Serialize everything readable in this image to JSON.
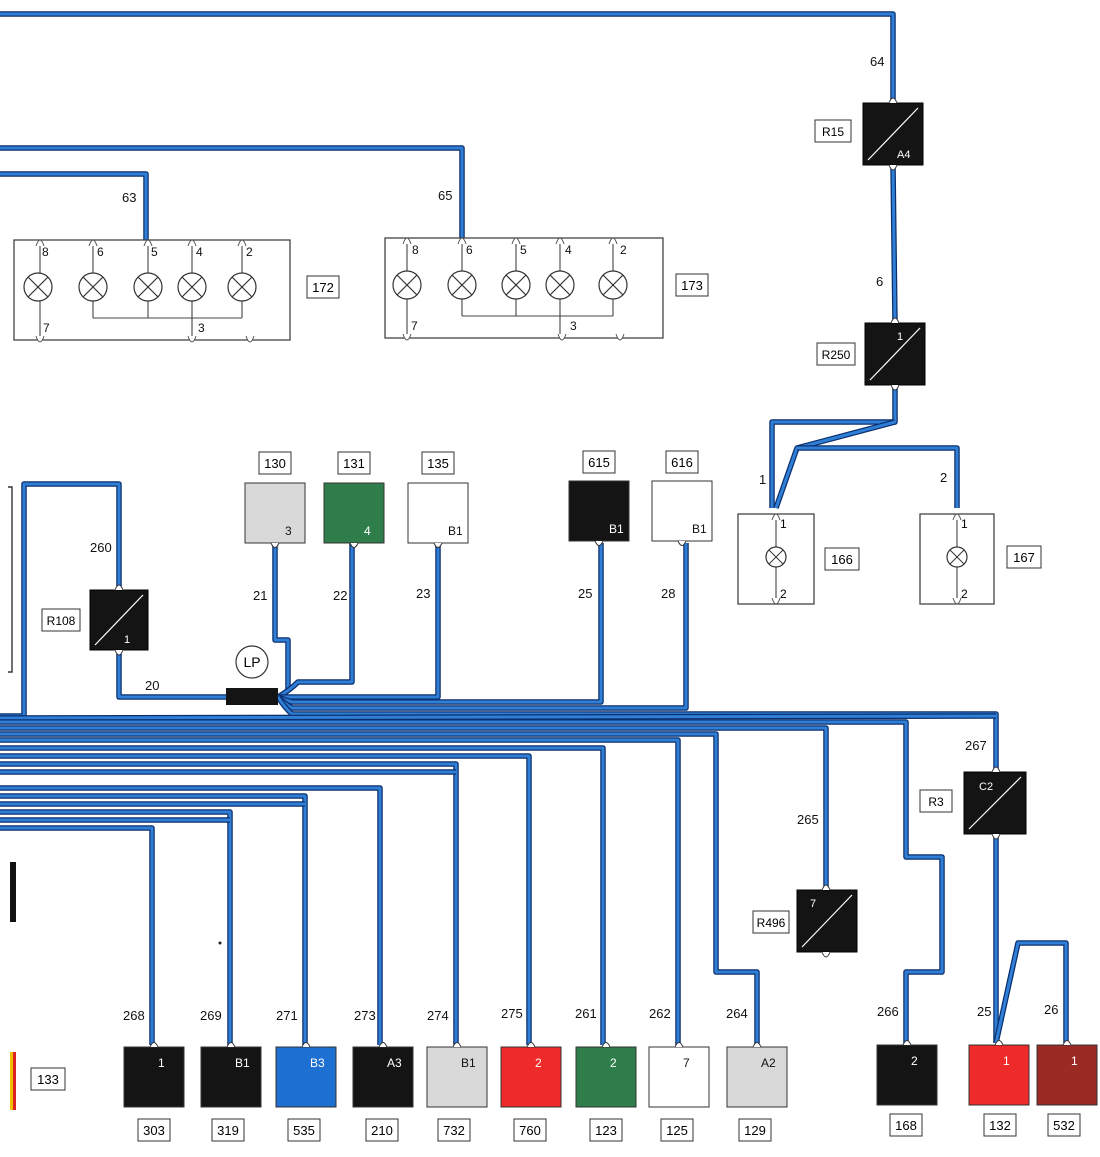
{
  "colors": {
    "wire": "#2f7fd6",
    "wire_edge": "#0b2f6e",
    "black": "#141414",
    "white": "#ffffff",
    "grey": "#d9d9d9",
    "green": "#2e7d4a",
    "blue": "#1d6fd1",
    "red": "#ee2a2a",
    "dark_red": "#9b2a25"
  },
  "wire_labels": [
    "64",
    "63",
    "65",
    "6",
    "1",
    "2",
    "260",
    "21",
    "22",
    "23",
    "25",
    "28",
    "20",
    "267",
    "265",
    "268",
    "269",
    "271",
    "273",
    "274",
    "275",
    "261",
    "262",
    "264",
    "266",
    "25",
    "26"
  ],
  "lamp_groups": [
    {
      "id": "172",
      "pins_top": [
        "8",
        "6",
        "5",
        "4",
        "2"
      ],
      "pins_bottom": [
        "7",
        "3"
      ]
    },
    {
      "id": "173",
      "pins_top": [
        "8",
        "6",
        "5",
        "4",
        "2"
      ],
      "pins_bottom": [
        "7",
        "3"
      ]
    }
  ],
  "single_lamps": [
    {
      "id": "166",
      "pin_top": "1",
      "pin_bottom": "2"
    },
    {
      "id": "167",
      "pin_top": "1",
      "pin_bottom": "2"
    }
  ],
  "relays": [
    {
      "ref": "R15",
      "contact": "A4"
    },
    {
      "ref": "R250",
      "contact": "1"
    },
    {
      "ref": "R108",
      "contact": "1"
    },
    {
      "ref": "R3",
      "contact": "C2"
    },
    {
      "ref": "R496",
      "contact": "7"
    }
  ],
  "splice_label": "LP",
  "top_connectors": [
    {
      "id": "130",
      "pin": "3",
      "color": "grey"
    },
    {
      "id": "131",
      "pin": "4",
      "color": "green"
    },
    {
      "id": "135",
      "pin": "B1",
      "color": "white"
    },
    {
      "id": "615",
      "pin": "B1",
      "color": "black"
    },
    {
      "id": "616",
      "pin": "B1",
      "color": "white"
    }
  ],
  "bottom_connectors": [
    {
      "id": "303",
      "pin": "1",
      "color": "black"
    },
    {
      "id": "319",
      "pin": "B1",
      "color": "black"
    },
    {
      "id": "535",
      "pin": "B3",
      "color": "blue"
    },
    {
      "id": "210",
      "pin": "A3",
      "color": "black"
    },
    {
      "id": "732",
      "pin": "B1",
      "color": "grey"
    },
    {
      "id": "760",
      "pin": "2",
      "color": "red"
    },
    {
      "id": "123",
      "pin": "2",
      "color": "green"
    },
    {
      "id": "125",
      "pin": "7",
      "color": "white"
    },
    {
      "id": "129",
      "pin": "A2",
      "color": "grey"
    },
    {
      "id": "168",
      "pin": "2",
      "color": "black"
    },
    {
      "id": "132",
      "pin": "1",
      "color": "red"
    },
    {
      "id": "532",
      "pin": "1",
      "color": "dark_red"
    }
  ],
  "edge_label": "133"
}
